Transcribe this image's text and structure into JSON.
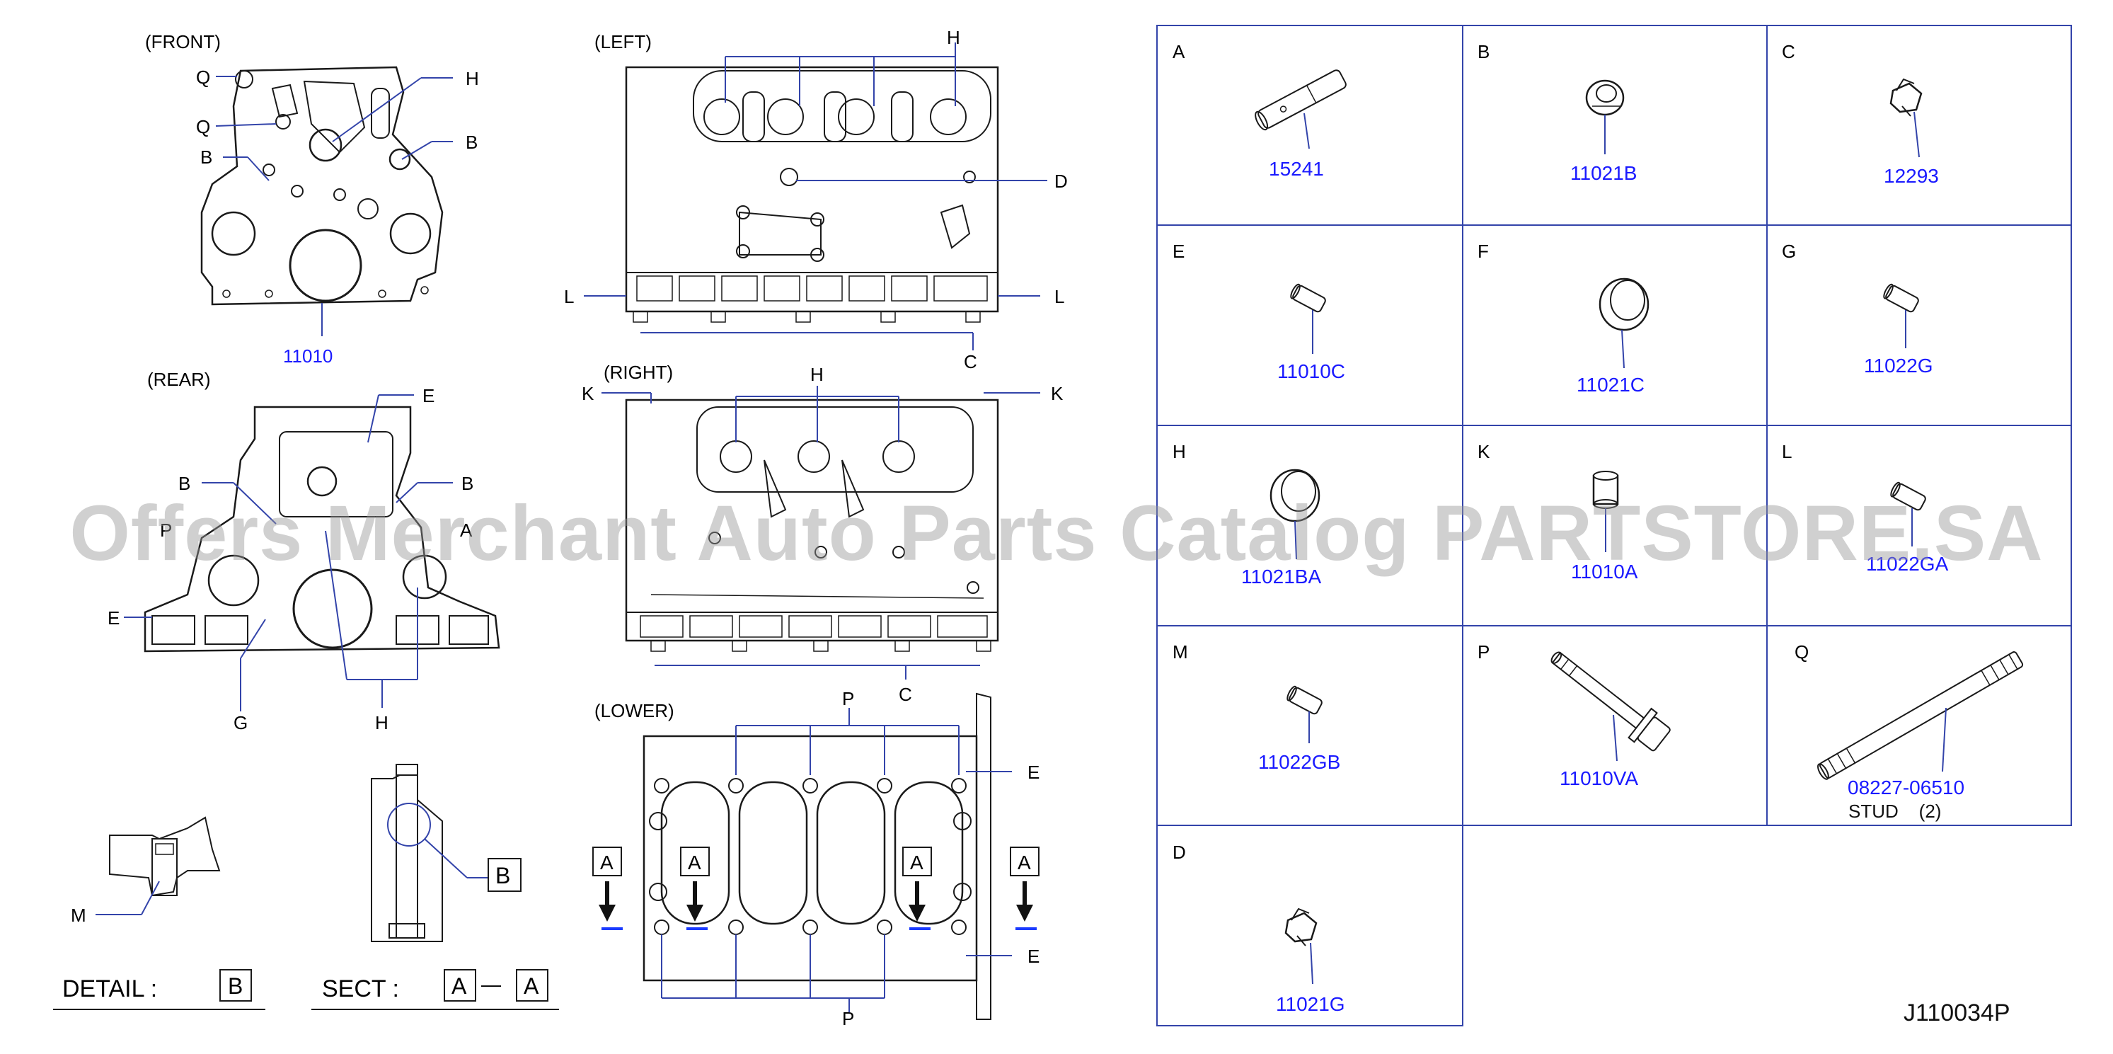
{
  "colors": {
    "line": "#1a1a1a",
    "part_number": "#1a1aff",
    "callout_line": "#3344aa",
    "grid_border": "#3344aa",
    "watermark": "#999999"
  },
  "views": {
    "front": "(FRONT)",
    "rear": "(REAR)",
    "left": "(LEFT)",
    "right": "(RIGHT)",
    "lower": "(LOWER)"
  },
  "front_callouts": {
    "q1": "Q",
    "h": "H",
    "q2": "Q",
    "b1": "B",
    "b2": "B",
    "part": "11010"
  },
  "rear_callouts": {
    "e1": "E",
    "b1": "B",
    "b2": "B",
    "p": "P",
    "a": "A",
    "e2": "E",
    "g": "G",
    "h": "H"
  },
  "left_callouts": {
    "h": "H",
    "d": "D",
    "l1": "L",
    "l2": "L",
    "c": "C"
  },
  "right_callouts": {
    "k1": "K",
    "h": "H",
    "k2": "K",
    "c": "C"
  },
  "lower_callouts": {
    "p1": "P",
    "e1": "E",
    "e2": "E",
    "p2": "P",
    "a1": "A",
    "a2": "A",
    "a3": "A",
    "a4": "A"
  },
  "detail": {
    "callout_m": "M",
    "callout_b": "B",
    "label": "DETAIL  :",
    "box": "B"
  },
  "section": {
    "label": "SECT  :",
    "box1": "A",
    "dash": "—",
    "box2": "A"
  },
  "parts_grid": {
    "cells": [
      {
        "letter": "A",
        "part": "15241",
        "icon": "dowel-pin-icon"
      },
      {
        "letter": "B",
        "part": "11021B",
        "icon": "collar-icon"
      },
      {
        "letter": "C",
        "part": "12293",
        "icon": "plug-bolt-icon"
      },
      {
        "letter": "E",
        "part": "11010C",
        "icon": "small-dowel-icon"
      },
      {
        "letter": "F",
        "part": "11021C",
        "icon": "ring-collar-icon"
      },
      {
        "letter": "G",
        "part": "11022G",
        "icon": "small-dowel-icon"
      },
      {
        "letter": "H",
        "part": "11021BA",
        "icon": "ring-collar-icon"
      },
      {
        "letter": "K",
        "part": "11010A",
        "icon": "cap-plug-icon"
      },
      {
        "letter": "L",
        "part": "11022GA",
        "icon": "small-dowel-icon"
      },
      {
        "letter": "M",
        "part": "11022GB",
        "icon": "small-dowel-icon"
      },
      {
        "letter": "P",
        "part": "11010VA",
        "icon": "flange-bolt-icon"
      },
      {
        "letter": "Q",
        "part": "08227-06510",
        "part_note": "STUD    (2)",
        "icon": "stud-icon"
      },
      {
        "letter": "D",
        "part": "11021G",
        "icon": "plug-bolt-icon"
      }
    ]
  },
  "watermark": "Offers Merchant Auto Parts Catalog PARTSTORE.SA",
  "diagram_id": "J110034P"
}
